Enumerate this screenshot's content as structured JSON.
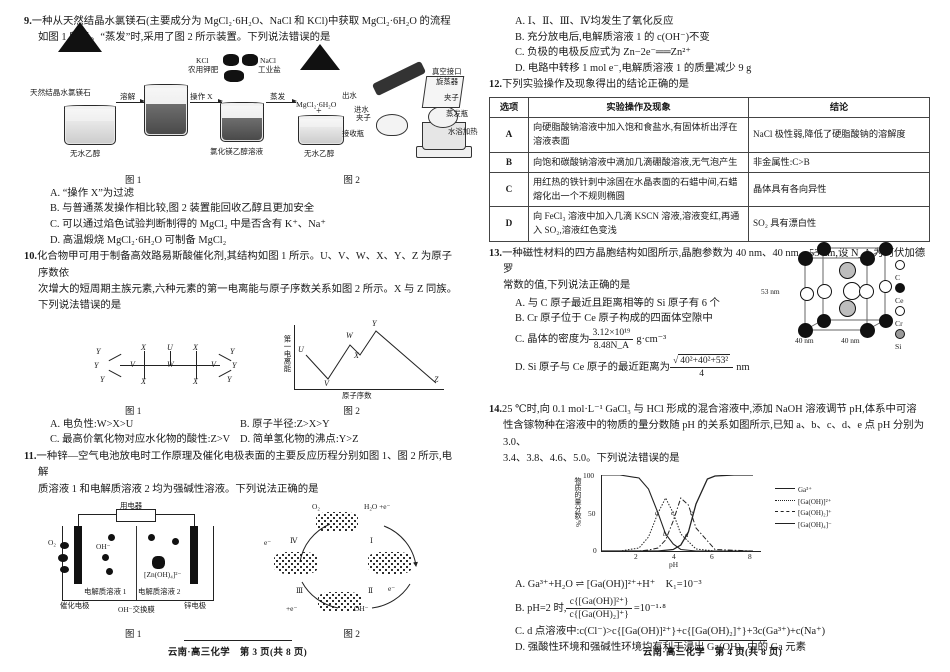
{
  "document": {
    "subject": "云南·高三化学",
    "footer_left": "云南·高三化学　第 3 页(共 8 页)",
    "footer_right": "云南·高三化学　第 4 页(共 8 页)"
  },
  "questions": [
    {
      "number": "9.",
      "stem_line1": "一种从天然结晶水氯镁石(主要成分为 MgCl₂·6H₂O、NaCl 和 KCl)中获取 MgCl₂·6H₂O 的流程",
      "stem_line2": "如图 1 所示。“蒸发”时,采用了图 2 所示装置。下列说法错误的是",
      "fig1_caption": "图 1",
      "fig2_caption": "图 2",
      "fig1_labels": {
        "pile1": "天然结晶水氯镁石",
        "beaker1": "无水乙醇",
        "step1": "溶解",
        "beaker2": "操作 X",
        "kcl": "KCl",
        "kcl2": "农用钾肥",
        "nacl": "NaCl",
        "nacl2": "工业盐",
        "beaker3": "氯化镁乙醇溶液",
        "step2": "蒸发",
        "pile2": "MgCl₂·6H₂O",
        "beaker4": "无水乙醇",
        "plus": "+"
      },
      "fig2_labels": {
        "outwater": "出水",
        "inwater": "进水",
        "clamp1": "夹子",
        "receiver": "接收瓶",
        "vacuum": "真空接口",
        "rotary": "旋蒸器",
        "clamp2": "夹子",
        "flask": "蒸发瓶",
        "bath": "水浴加热"
      },
      "options": [
        "A. “操作 X”为过滤",
        "B. 与普通蒸发操作相比较,图 2 装置能回收乙醇且更加安全",
        "C. 可以通过焰色试验判断制得的 MgCl₂ 中是否含有 K⁺、Na⁺",
        "D. 高温煅烧 MgCl₂·6H₂O 可制备 MgCl₂"
      ]
    },
    {
      "number": "10.",
      "stem_line1": "化合物甲可用于制备高效路易斯酸催化剂,其结构如图 1 所示。U、V、W、X、Y、Z 为原子序数依",
      "stem_line2": "次增大的短周期主族元素,六种元素的第一电离能与原子序数关系如图 2 所示。X 与 Z 同族。",
      "stem_line3": "下列说法错误的是",
      "fig1_caption": "图 1",
      "fig2_caption": "图 2",
      "fig1_atoms": [
        "Y",
        "Y",
        "Y",
        "X",
        "X",
        "U",
        "W",
        "X",
        "X",
        "Y",
        "Y",
        "Y",
        "V",
        "V"
      ],
      "fig2_axis_x": "原子序数",
      "fig2_axis_y": "第一电离能",
      "fig2_points": [
        "U",
        "V",
        "W",
        "X",
        "Y",
        "Z"
      ],
      "options_two_col": [
        [
          "A. 电负性:W>X>U",
          "B. 原子半径:Z>X>Y"
        ],
        [
          "C. 最高价氧化物对应水化物的酸性:Z>V",
          "D. 简单氢化物的沸点:Y>Z"
        ]
      ]
    },
    {
      "number": "11.",
      "stem_line1": "一种锌—空气电池放电时工作原理及催化电极表面的主要反应历程分别如图 1、图 2 所示,电解",
      "stem_line2": "质溶液 1 和电解质溶液 2 均为强碱性溶液。下列说法正确的是",
      "fig1_caption": "图 1",
      "fig2_caption": "图 2",
      "fig1_labels": {
        "load": "用电器",
        "o2": "O₂",
        "oh": "OH⁻",
        "zincate": "[Zn(OH)₄]²⁻",
        "sol1": "电解质溶液 1",
        "sol2": "电解质溶液 2",
        "cat_electrode": "催化电极",
        "membrane": "OH⁻交换膜",
        "zn_electrode": "锌电极"
      },
      "fig2_labels": {
        "I": "Ⅰ",
        "II": "Ⅱ",
        "III": "Ⅲ",
        "IV": "Ⅳ",
        "o2": "O₂",
        "h2o_e": "H₂O +e⁻",
        "oh_minus": "OH⁻",
        "e_minus": "e⁻",
        "h2o_e2": "+e⁻"
      },
      "options": [
        "A. Ⅰ、Ⅱ、Ⅲ、Ⅳ均发生了氧化反应",
        "B. 充分放电后,电解质溶液 1 的 c(OH⁻)不变",
        "C. 负极的电极反应式为 Zn−2e⁻══Zn²⁺",
        "D. 电路中转移 1 mol e⁻,电解质溶液 1 的质量减少 9 g"
      ]
    },
    {
      "number": "12.",
      "stem_line1": "下列实验操作及现象得出的结论正确的是",
      "table": {
        "headers": [
          "选项",
          "实验操作及现象",
          "结论"
        ],
        "rows": [
          {
            "option": "A",
            "operation": "向硬脂酸钠溶液中加入饱和食盐水,有固体析出浮在溶液表面",
            "conclusion": "NaCl 极性弱,降低了硬脂酸钠的溶解度"
          },
          {
            "option": "B",
            "operation": "向饱和碳酸钠溶液中滴加几滴硼酸溶液,无气泡产生",
            "conclusion": "非金属性:C>B"
          },
          {
            "option": "C",
            "operation": "用红热的铁针刺中涂固在水晶表面的石蜡中间,石蜡熔化出一个不规则椭圆",
            "conclusion": "晶体具有各向异性"
          },
          {
            "option": "D",
            "operation": "向 FeCl₃ 溶液中加入几滴 KSCN 溶液,溶液变红,再通入 SO₂,溶液红色变浅",
            "conclusion": "SO₂ 具有漂白性"
          }
        ]
      }
    },
    {
      "number": "13.",
      "stem_line1": "一种磁性材料的四方晶胞结构如图所示,晶胞参数为 40 nm、40 nm、53 nm,设 N_A 为阿伏加德罗",
      "stem_line2": "常数的值,下列说法正确的是",
      "options": [
        "A. 与 C 原子最近且距离相等的 Si 原子有 6 个",
        "B. Cr 原子位于 Ce 原子构成的四面体空隙中",
        "C. 晶体的密度为 ...",
        "D. Si 原子与 Ce 原子的最近距离为 ..."
      ],
      "optC_num": "3.12×10¹⁹",
      "optC_den": "8.48N_A",
      "optC_unit": "g·cm⁻³",
      "optD_num": "40²+40²+53²",
      "optD_den": "4",
      "optD_unit": "nm",
      "crystal_labels": {
        "a1": "40 nm",
        "a2": "40 nm",
        "c": "53 nm"
      },
      "crystal_legend": [
        "C",
        "Ce",
        "Cr",
        "Si"
      ]
    },
    {
      "number": "14.",
      "stem_line1": "25 ℃时,向 0.1 mol·L⁻¹ GaCl₃ 与 HCl 形成的混合溶液中,添加 NaOH 溶液调节 pH,体系中可溶",
      "stem_line2": "性含镓物种在溶液中的物质的量分数随 pH 的关系如图所示,已知 a、b、c、d、e 点 pH 分别为 3.0、",
      "stem_line3": "3.4、3.8、4.6、5.0。下列说法错误的是",
      "options": [
        "A. Ga³⁺+H₂O ⇌ [Ga(OH)]²⁺+H⁺　K₁=10⁻³",
        "B. pH=2 时,... =10⁻¹·⁸",
        "C. d 点溶液中:c(Cl⁻)>c{[Ga(OH)]²⁺}+c{[Ga(OH)₂]⁺}+3c(Ga³⁺)+c(Na⁺)",
        "D. 强酸性环境和强碱性环境均有利于浸出 Ga(OH)₃ 中的 Ga 元素"
      ],
      "optB_num": "c{[Ga(OH)]²⁺}",
      "optB_den": "c{[Ga(OH)₂]⁺}",
      "optB_rhs": "=10⁻¹·⁸"
    }
  ],
  "chart_data": {
    "type": "line",
    "title": "",
    "xlabel": "pH",
    "ylabel": "物质的量分数/%",
    "xlim": [
      0,
      8
    ],
    "ylim": [
      0,
      100
    ],
    "xticks": [
      2,
      4,
      6,
      8
    ],
    "yticks": [
      0,
      50,
      100
    ],
    "grid": false,
    "legend_position": "right",
    "annotations": [
      {
        "label": "a",
        "pH": 3.0,
        "y": 50
      },
      {
        "label": "b",
        "pH": 3.4,
        "y": 14
      },
      {
        "label": "c",
        "pH": 3.8,
        "y": 50
      },
      {
        "label": "d",
        "pH": 4.6,
        "y": 14
      },
      {
        "label": "e",
        "pH": 5.0,
        "y": 50
      }
    ],
    "series": [
      {
        "name": "Ga³⁺",
        "style": "solid",
        "x": [
          0,
          1,
          2,
          2.5,
          3.0,
          3.4,
          3.8,
          4.2,
          5.0,
          6.0,
          8.0
        ],
        "values": [
          100,
          100,
          96,
          82,
          50,
          22,
          7,
          2,
          0,
          0,
          0
        ]
      },
      {
        "name": "[Ga(OH)]²⁺",
        "style": "dotted",
        "x": [
          0,
          1,
          2,
          2.5,
          3.0,
          3.4,
          3.8,
          4.2,
          5.0,
          6.0,
          8.0
        ],
        "values": [
          0,
          0,
          4,
          18,
          50,
          70,
          50,
          22,
          3,
          0,
          0
        ]
      },
      {
        "name": "[Ga(OH)₂]⁺",
        "style": "dashdot",
        "x": [
          0,
          1,
          2,
          2.5,
          3.0,
          3.4,
          3.8,
          4.2,
          4.6,
          5.0,
          6.0,
          8.0
        ],
        "values": [
          0,
          0,
          0,
          1,
          4,
          14,
          40,
          70,
          60,
          30,
          2,
          0
        ]
      },
      {
        "name": "[Ga(OH)₄]⁻",
        "style": "solid",
        "x": [
          0,
          1,
          2,
          3,
          3.8,
          4.2,
          4.6,
          5.0,
          5.6,
          6.0,
          7.0,
          8.0
        ],
        "values": [
          0,
          0,
          0,
          0,
          2,
          8,
          25,
          62,
          95,
          99,
          100,
          100
        ]
      }
    ]
  }
}
